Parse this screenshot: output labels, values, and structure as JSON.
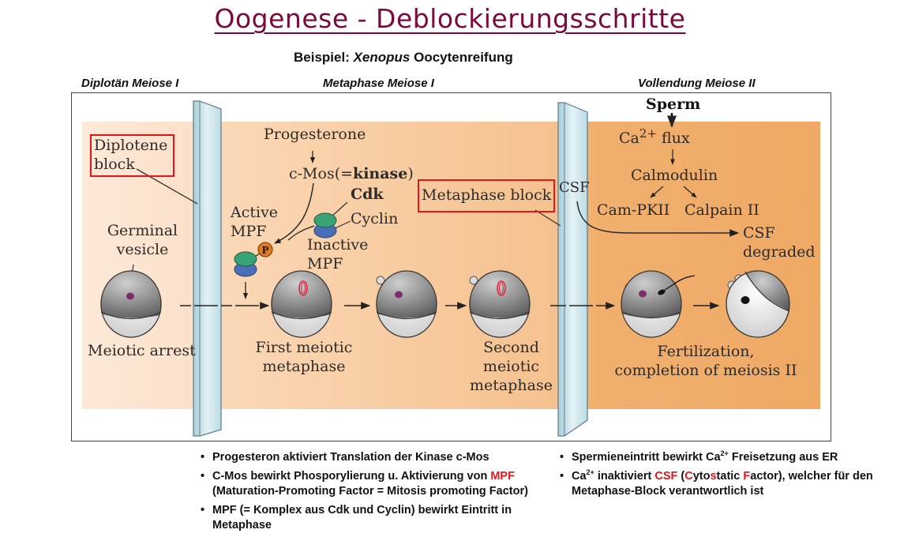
{
  "header": {
    "title": "Oogenese - Deblockierungsschritte",
    "subtitle_prefix": "Beispiel:",
    "subtitle_species": "Xenopus",
    "subtitle_suffix": "Oocytenreifung"
  },
  "phases": {
    "diplotaen": "Diplotän Meiose I",
    "metaphase": "Metaphase Meiose I",
    "vollendung": "Vollendung Meiose II"
  },
  "diagram": {
    "diplotene_block_line1": "Diplotene",
    "diplotene_block_line2": "block",
    "germinal_line1": "Germinal",
    "germinal_line2": "vesicle",
    "meiotic_arrest": "Meiotic arrest",
    "progesterone": "Progesterone",
    "cmos_prefix": "c-Mos(=",
    "cmos_bold": "kinase",
    "cmos_suffix": ")",
    "cdk": "Cdk",
    "cyclin": "Cyclin",
    "active_mpf_line1": "Active",
    "active_mpf_line2": "MPF",
    "inactive_mpf_line1": "Inactive",
    "inactive_mpf_line2": "MPF",
    "phospho": "P",
    "metaphase_block": "Metaphase block",
    "first_meiotic_line1": "First meiotic",
    "first_meiotic_line2": "metaphase",
    "second_meiotic_line1": "Second",
    "second_meiotic_line2": "meiotic",
    "second_meiotic_line3": "metaphase",
    "csf_barrier": "CSF",
    "sperm": "Sperm",
    "ca_flux_prefix": "Ca",
    "ca_flux_sup": "2+",
    "ca_flux_suffix": " flux",
    "calmodulin": "Calmodulin",
    "campkii": "Cam-PKII",
    "calpain": "Calpain II",
    "csf_degraded_line1": "CSF",
    "csf_degraded_line2": "degraded",
    "fert_line1": "Fertilization,",
    "fert_line2": "completion of meiosis II"
  },
  "notes_left": [
    {
      "text": "Progesteron aktiviert Translation der Kinase c-Mos"
    },
    {
      "text_before": "C-Mos bewirkt Phosporylierung u. Aktivierung von ",
      "highlight": "MPF",
      "text_after": " (Maturation-Promoting Factor = Mitosis promoting Factor)"
    },
    {
      "text": "MPF (= Komplex aus Cdk und Cyclin) bewirkt Eintritt in Metaphase"
    }
  ],
  "notes_right": [
    {
      "before": "Spermieneintritt bewirkt Ca",
      "sup": "2+",
      "after": " Freisetzung aus ER"
    },
    {
      "before": "Ca",
      "sup": "2+",
      "mid": " inaktiviert ",
      "csf": "CSF",
      "open": " (",
      "c": "C",
      "yto": "yto",
      "s": "s",
      "tatic": "tatic ",
      "f": "F",
      "actor": "actor), welcher für den Metaphase-Block verantwortlich ist"
    }
  ],
  "colors": {
    "title": "#7a0a3c",
    "highlight_red": "#e8141b",
    "panel_light": "#fce4cf",
    "panel_mid": "#f7c995",
    "panel_dark": "#f0ae6c"
  }
}
